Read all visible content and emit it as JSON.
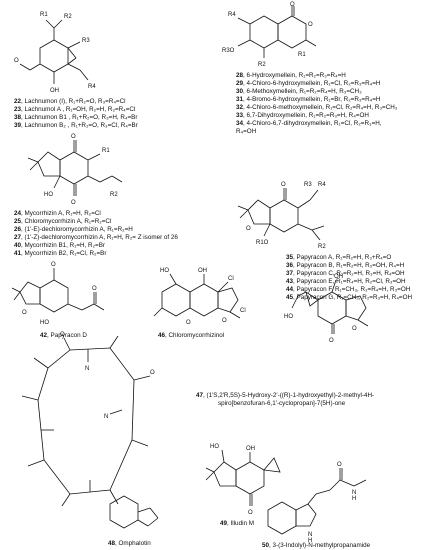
{
  "figure": {
    "groups": [
      {
        "key": "lachnumon",
        "structure_icon": "lachnumon-structure-icon",
        "atoms": [
          "R1",
          "R2",
          "R3",
          "R4",
          "O",
          "OH"
        ],
        "lines": [
          {
            "num": "22",
            "text": ", Lachnumon (I), R₁+R₂=O, R₃=R₄=Cl"
          },
          {
            "num": "23",
            "text": ", Lachnumol A , R₁=OH, R₂=H, R₃=R₄=Cl"
          },
          {
            "num": "38",
            "text": ", Lachnumon B1 , R₁+R₂=O, R₃=H, R₄=Br"
          },
          {
            "num": "39",
            "text": ", Lachnumon B₂ , R₁+R₂=O, R₃=Cl, R₄=Br"
          }
        ]
      },
      {
        "key": "mellein",
        "structure_icon": "mellein-structure-icon",
        "atoms": [
          "R4",
          "R3O",
          "R2",
          "R1",
          "O",
          "O"
        ],
        "lines": [
          {
            "num": "28",
            "text": ", 6-Hydroxymellein, R₁=R₂=R₃=R₄=H"
          },
          {
            "num": "29",
            "text": ", 4-Chloro-6-hydroxymellein, R₁=Cl, R₂=R₃=R₄=H"
          },
          {
            "num": "30",
            "text": ", 6-Methoxymellein, R₁=R₂=R₄=H, R₃=CH₃"
          },
          {
            "num": "31",
            "text": ", 4-Bromo-6-hydroxymellein, R₁=Br, R₂=R₃=R₄=H"
          },
          {
            "num": "32",
            "text": ", 4-Chloro-6-methoxymellein, R₁=Cl, R₂=R₄=H, R₃=CH₃"
          },
          {
            "num": "33",
            "text": ", 6,7-Dihydroxymellein, R₁=R₂=R₃=H, R₄=OH"
          },
          {
            "num": "34",
            "text": ", 4-Chloro-6,7-dihydroxymellein, R₁=Cl, R₂=R₃=H,"
          },
          {
            "num": "",
            "text": "R₄=OH"
          }
        ]
      },
      {
        "key": "mycorrhizin",
        "structure_icon": "mycorrhizin-structure-icon",
        "atoms": [
          "R1",
          "R2",
          "O",
          "O",
          "HO"
        ],
        "lines": [
          {
            "num": "24",
            "text": ", Mycorrhizin A, R₁=H, R₂=Cl"
          },
          {
            "num": "25",
            "text": ", Chloromycorrhizin A, R₁=R₂=Cl"
          },
          {
            "num": "26",
            "text": ", (1′-E)-dechloromycorrhizin A, R₁=R₂=H"
          },
          {
            "num": "27",
            "text": ", (1′-Z)-dechloromycorrhizin A, R₁=H, R₂= Z isomer of 26"
          },
          {
            "num": "40",
            "text": ", Mycorrhizin B1, R₁=H, R₂=Br"
          },
          {
            "num": "41",
            "text": ", Mycorrhizin B2, R₁=Cl, R₂=Br"
          }
        ]
      },
      {
        "key": "papyracon",
        "structure_icon": "papyracon-structure-icon",
        "atoms": [
          "R3",
          "R4",
          "O",
          "O",
          "R1O",
          "R2"
        ],
        "lines": [
          {
            "num": "35",
            "text": ", Papyracon A, R₁=R₂=H, R₃+R₄=O"
          },
          {
            "num": "36",
            "text": ", Papyracon B, R₁=R₂=H, R₃=OH, R₄=H"
          },
          {
            "num": "37",
            "text": ", Papyracon C, R₁=R₂=H, R₃=H, R₄=OH"
          },
          {
            "num": "43",
            "text": ", Papyracon E, R₁=R₄=H, R₂=Cl, R₃=OH"
          },
          {
            "num": "44",
            "text": ", Papyracon F, R₁=CH₃, R₂=R₄=H, R₃=OH"
          },
          {
            "num": "45",
            "text": ", Papyracon G, R₁=CH₃, R₂=R₃=H, R₄=OH"
          }
        ]
      },
      {
        "key": "papyracon_d",
        "structure_icon": "papyracon-d-structure-icon",
        "atoms": [
          "O",
          "O",
          "HO",
          "O"
        ],
        "lines": [
          {
            "num": "42",
            "text": ", Papyracon D"
          }
        ]
      },
      {
        "key": "chloromycorrhizinol",
        "structure_icon": "chloromycorrhizinol-structure-icon",
        "atoms": [
          "HO",
          "OH",
          "Cl",
          "Cl",
          "O",
          "O"
        ],
        "lines": [
          {
            "num": "46",
            "text": ", Chloromycorrhizinol"
          }
        ]
      },
      {
        "key": "spiro",
        "structure_icon": "spiro-benzofuranone-structure-icon",
        "atoms": [
          "OH",
          "HO",
          "O",
          "O"
        ],
        "lines": [
          {
            "num": "47",
            "text": ", (1′S,2′R,5S)-5-Hydroxy-2′-((R)-1-hydroxyethyl)-2-methyl-4H-"
          },
          {
            "num": "",
            "text": "spiro[benzofuran-6,1′-cyclopropan]-7(5H)-one"
          }
        ]
      },
      {
        "key": "omphalotin",
        "structure_icon": "omphalotin-structure-icon",
        "atoms": [
          "O",
          "N",
          "O",
          "N"
        ],
        "lines": [
          {
            "num": "48",
            "text": ", Omphalotin"
          }
        ]
      },
      {
        "key": "illudin",
        "structure_icon": "illudin-m-structure-icon",
        "atoms": [
          "HO",
          "OH",
          "O"
        ],
        "lines": [
          {
            "num": "49",
            "text": ", Illudin M"
          }
        ]
      },
      {
        "key": "indolyl",
        "structure_icon": "indolyl-propanamide-structure-icon",
        "atoms": [
          "O",
          "N",
          "H",
          "N",
          "H"
        ],
        "lines": [
          {
            "num": "50",
            "text": ", 3-(3-Indolyl)-N-methylpropanamide"
          }
        ]
      }
    ]
  }
}
